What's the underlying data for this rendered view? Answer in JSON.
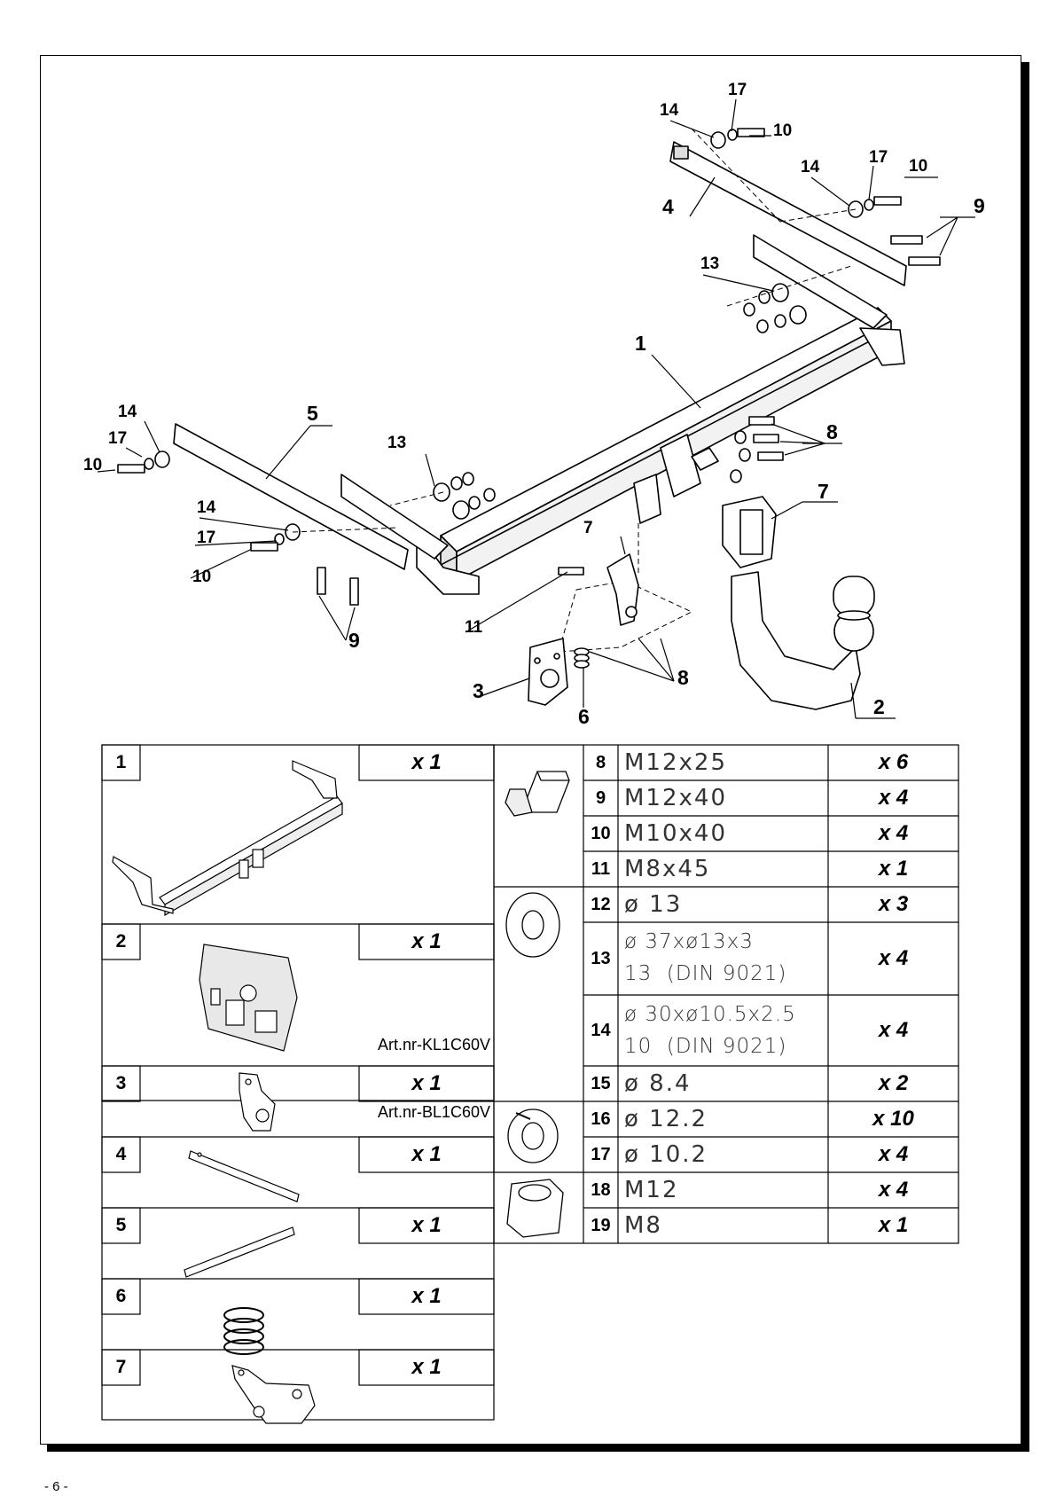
{
  "page": {
    "number": "- 6 -"
  },
  "callouts": {
    "c1": "1",
    "c2": "2",
    "c3": "3",
    "c4": "4",
    "c5": "5",
    "c6": "6",
    "c7a": "7",
    "c7b": "7",
    "c8a": "8",
    "c8b": "8",
    "c9a": "9",
    "c9b": "9",
    "c10a": "10",
    "c10b": "10",
    "c10c": "10",
    "c10d": "10",
    "c11": "11",
    "c13a": "13",
    "c13b": "13",
    "c14a": "14",
    "c14b": "14",
    "c14c": "14",
    "c14d": "14",
    "c17a": "17",
    "c17b": "17",
    "c17c": "17",
    "c17d": "17"
  },
  "parts_left": [
    {
      "num": "1",
      "qty": "x 1",
      "article": ""
    },
    {
      "num": "2",
      "qty": "x 1",
      "article": "Art.nr-KL1C60V"
    },
    {
      "num": "3",
      "qty": "x 1",
      "article": "Art.nr-BL1C60V"
    },
    {
      "num": "4",
      "qty": "x 1",
      "article": ""
    },
    {
      "num": "5",
      "qty": "x 1",
      "article": ""
    },
    {
      "num": "6",
      "qty": "x 1",
      "article": ""
    },
    {
      "num": "7",
      "qty": "x 1",
      "article": ""
    }
  ],
  "hardware": [
    {
      "num": "8",
      "spec": "M12x25",
      "spec2": "",
      "qty": "x 6",
      "icon": "bolt-icon"
    },
    {
      "num": "9",
      "spec": "M12x40",
      "spec2": "",
      "qty": "x 4",
      "icon": "bolt-icon"
    },
    {
      "num": "10",
      "spec": "M10x40",
      "spec2": "",
      "qty": "x 4",
      "icon": "bolt-icon"
    },
    {
      "num": "11",
      "spec": "M8x45",
      "spec2": "",
      "qty": "x 1",
      "icon": "bolt-icon"
    },
    {
      "num": "12",
      "spec": "ø 13",
      "spec2": "",
      "qty": "x 3",
      "icon": "washer-icon"
    },
    {
      "num": "13",
      "spec": "ø 37xø13x3",
      "spec2": "13  (DIN 9021)",
      "qty": "x 4",
      "icon": "washer-icon"
    },
    {
      "num": "14",
      "spec": "ø 30xø10.5x2.5",
      "spec2": "10  (DIN 9021)",
      "qty": "x 4",
      "icon": "washer-icon"
    },
    {
      "num": "15",
      "spec": "ø 8.4",
      "spec2": "",
      "qty": "x 2",
      "icon": "washer-icon"
    },
    {
      "num": "16",
      "spec": "ø 12.2",
      "spec2": "",
      "qty": "x 10",
      "icon": "spring-washer-icon"
    },
    {
      "num": "17",
      "spec": "ø 10.2",
      "spec2": "",
      "qty": "x 4",
      "icon": "spring-washer-icon"
    },
    {
      "num": "18",
      "spec": "M12",
      "spec2": "",
      "qty": "x 4",
      "icon": "nut-icon"
    },
    {
      "num": "19",
      "spec": "M8",
      "spec2": "",
      "qty": "x 1",
      "icon": "nut-icon"
    }
  ]
}
